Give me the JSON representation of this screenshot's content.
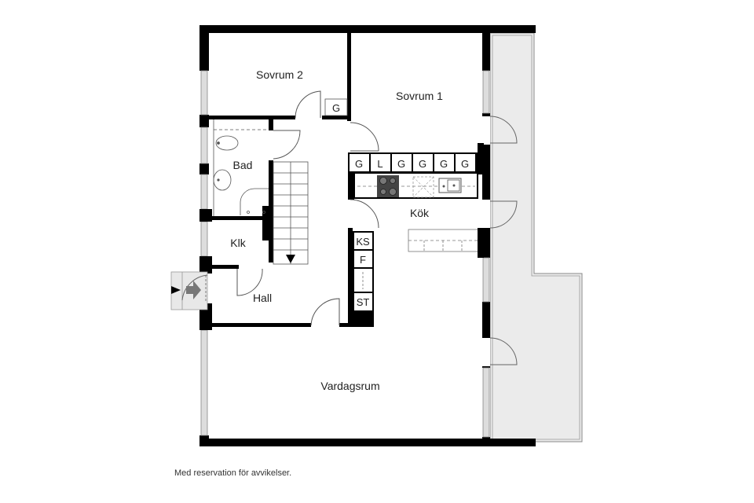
{
  "floorplan": {
    "rooms": {
      "sovrum2": "Sovrum 2",
      "sovrum1": "Sovrum 1",
      "bad": "Bad",
      "kok": "Kök",
      "klk": "Klk",
      "hall": "Hall",
      "vardagsrum": "Vardagsrum"
    },
    "cabinets": {
      "sovrum2_wardrobe": "G",
      "kitchen_top": [
        "G",
        "L",
        "G",
        "G",
        "G",
        "G"
      ],
      "hall_column": [
        "KS",
        "F",
        "",
        "ST"
      ]
    },
    "icons": {
      "entrance": "entrance-arrow-icon",
      "stairs_direction": "stairs-down-arrow-icon",
      "stove": "stove-icon",
      "sink": "sink-icon",
      "toilet": "toilet-icon",
      "washbasin": "washbasin-icon",
      "shower": "shower-icon"
    },
    "colors": {
      "wall": "#000000",
      "balcony": "#ebebeb",
      "window": "#cccccc",
      "line": "#555555"
    }
  },
  "footer": {
    "disclaimer": "Med reservation för avvikelser."
  }
}
